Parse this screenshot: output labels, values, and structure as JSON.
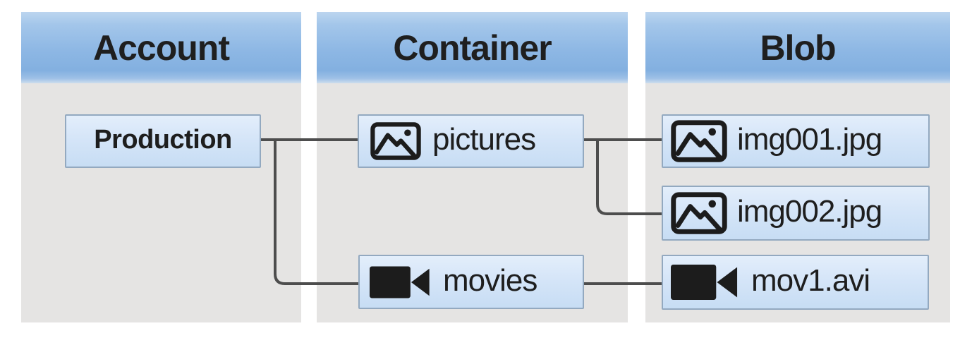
{
  "diagram": {
    "columns": [
      {
        "id": "account",
        "label": "Account"
      },
      {
        "id": "container",
        "label": "Container"
      },
      {
        "id": "blob",
        "label": "Blob"
      }
    ],
    "nodes": [
      {
        "id": "production",
        "label": "Production",
        "column": "account",
        "icon": "none"
      },
      {
        "id": "pictures",
        "label": "pictures",
        "column": "container",
        "icon": "picture-icon"
      },
      {
        "id": "movies",
        "label": "movies",
        "column": "container",
        "icon": "video-camera-icon"
      },
      {
        "id": "img001",
        "label": "img001.jpg",
        "column": "blob",
        "icon": "picture-icon"
      },
      {
        "id": "img002",
        "label": "img002.jpg",
        "column": "blob",
        "icon": "picture-icon"
      },
      {
        "id": "mov1",
        "label": "mov1.avi",
        "column": "blob",
        "icon": "video-camera-icon"
      }
    ],
    "edges": [
      {
        "from": "Production",
        "to": "pictures"
      },
      {
        "from": "Production",
        "to": "movies"
      },
      {
        "from": "pictures",
        "to": "img001.jpg"
      },
      {
        "from": "pictures",
        "to": "img002.jpg"
      },
      {
        "from": "movies",
        "to": "mov1.avi"
      }
    ],
    "colors": {
      "header_gradient_top": "#bcd5ef",
      "header_gradient_bottom": "#83b0e0",
      "column_background": "#e5e4e3",
      "node_fill_top": "#e3eefb",
      "node_fill_bottom": "#c7ddf4",
      "node_border": "#93a9c0",
      "connector_line": "#4d4d4d",
      "text": "#1f1f1f",
      "page_background": "#ffffff"
    }
  }
}
